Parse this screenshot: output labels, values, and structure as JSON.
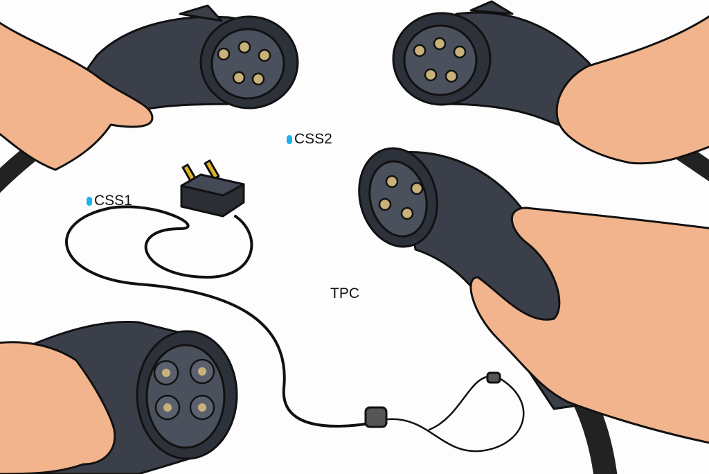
{
  "labels": {
    "css1": "CSS1",
    "css2": "CSS2",
    "tpc": "TPC"
  },
  "colors": {
    "marker": "#1ab4ea",
    "connector_body": "#3a3f4a",
    "skin": "#f2b48c",
    "pin": "#c9b27a"
  }
}
